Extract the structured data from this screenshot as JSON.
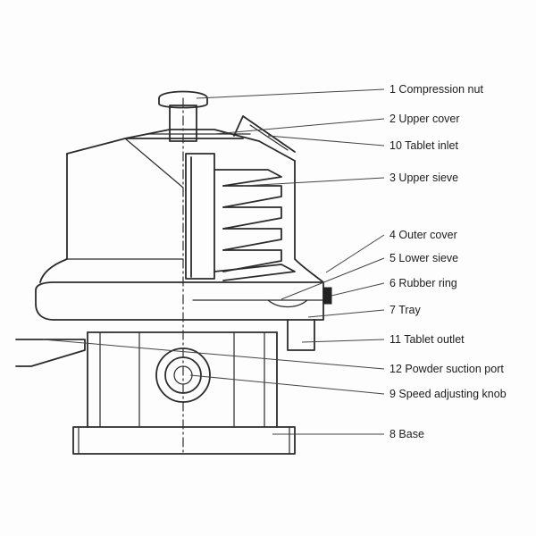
{
  "labels": {
    "compression_nut": "1 Compression nut",
    "upper_cover": "2 Upper cover",
    "tablet_inlet": "10 Tablet inlet",
    "upper_sieve": "3 Upper sieve",
    "outer_cover": "4 Outer cover",
    "lower_sieve": "5 Lower sieve",
    "rubber_ring": "6 Rubber ring",
    "tray": "7 Tray",
    "tablet_outlet": "11 Tablet outlet",
    "powder_suction_port": "12 Powder suction port",
    "speed_adjusting_knob": "9 Speed adjusting knob",
    "base": "8 Base"
  }
}
